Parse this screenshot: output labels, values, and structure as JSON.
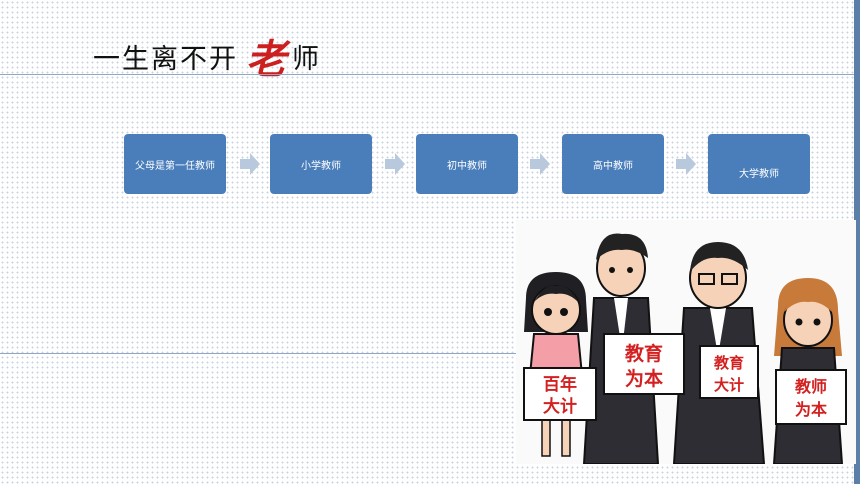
{
  "title": {
    "prefix": "一生离不开",
    "emphasis": "老",
    "suffix": "师"
  },
  "flow": {
    "steps": [
      "父母是第一任教师",
      "小学教师",
      "初中教师",
      "高中教师",
      "大学教师"
    ]
  },
  "illustration": {
    "signs": [
      [
        "百年",
        "大计"
      ],
      [
        "教育",
        "为本"
      ],
      [
        "教育",
        "大计"
      ],
      [
        "教师",
        "为本"
      ]
    ]
  },
  "colors": {
    "box": "#4a7ebb",
    "arrow": "#b9c9dd",
    "title_accent": "#cc1f1f",
    "rule": "#8fa8c6"
  }
}
